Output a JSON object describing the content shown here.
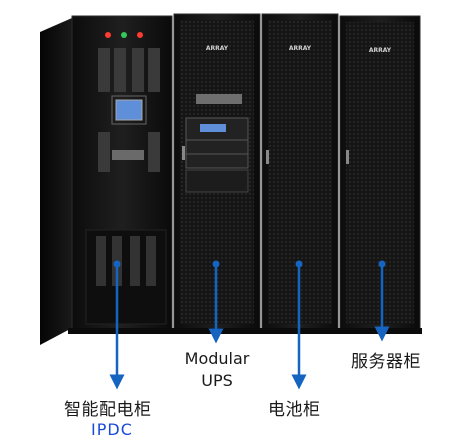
{
  "cabinets": [
    {
      "name": "ipdc",
      "logo": ""
    },
    {
      "name": "modular-ups",
      "logo": "ARRAY"
    },
    {
      "name": "battery",
      "logo": "ARRAY"
    },
    {
      "name": "server",
      "logo": "ARRAY"
    }
  ],
  "labels": {
    "ipdc_cn": "智能配电柜",
    "ipdc_en": "IPDC",
    "ups_line1": "Modular",
    "ups_line2": "UPS",
    "battery_cn": "电池柜",
    "server_cn": "服务器柜"
  },
  "colors": {
    "background": "#ffffff",
    "cabinet_body": "#141414",
    "cabinet_edge": "#2c2c2c",
    "arrow": "#1565c0",
    "ipdc_text": "#1a4bd6"
  }
}
